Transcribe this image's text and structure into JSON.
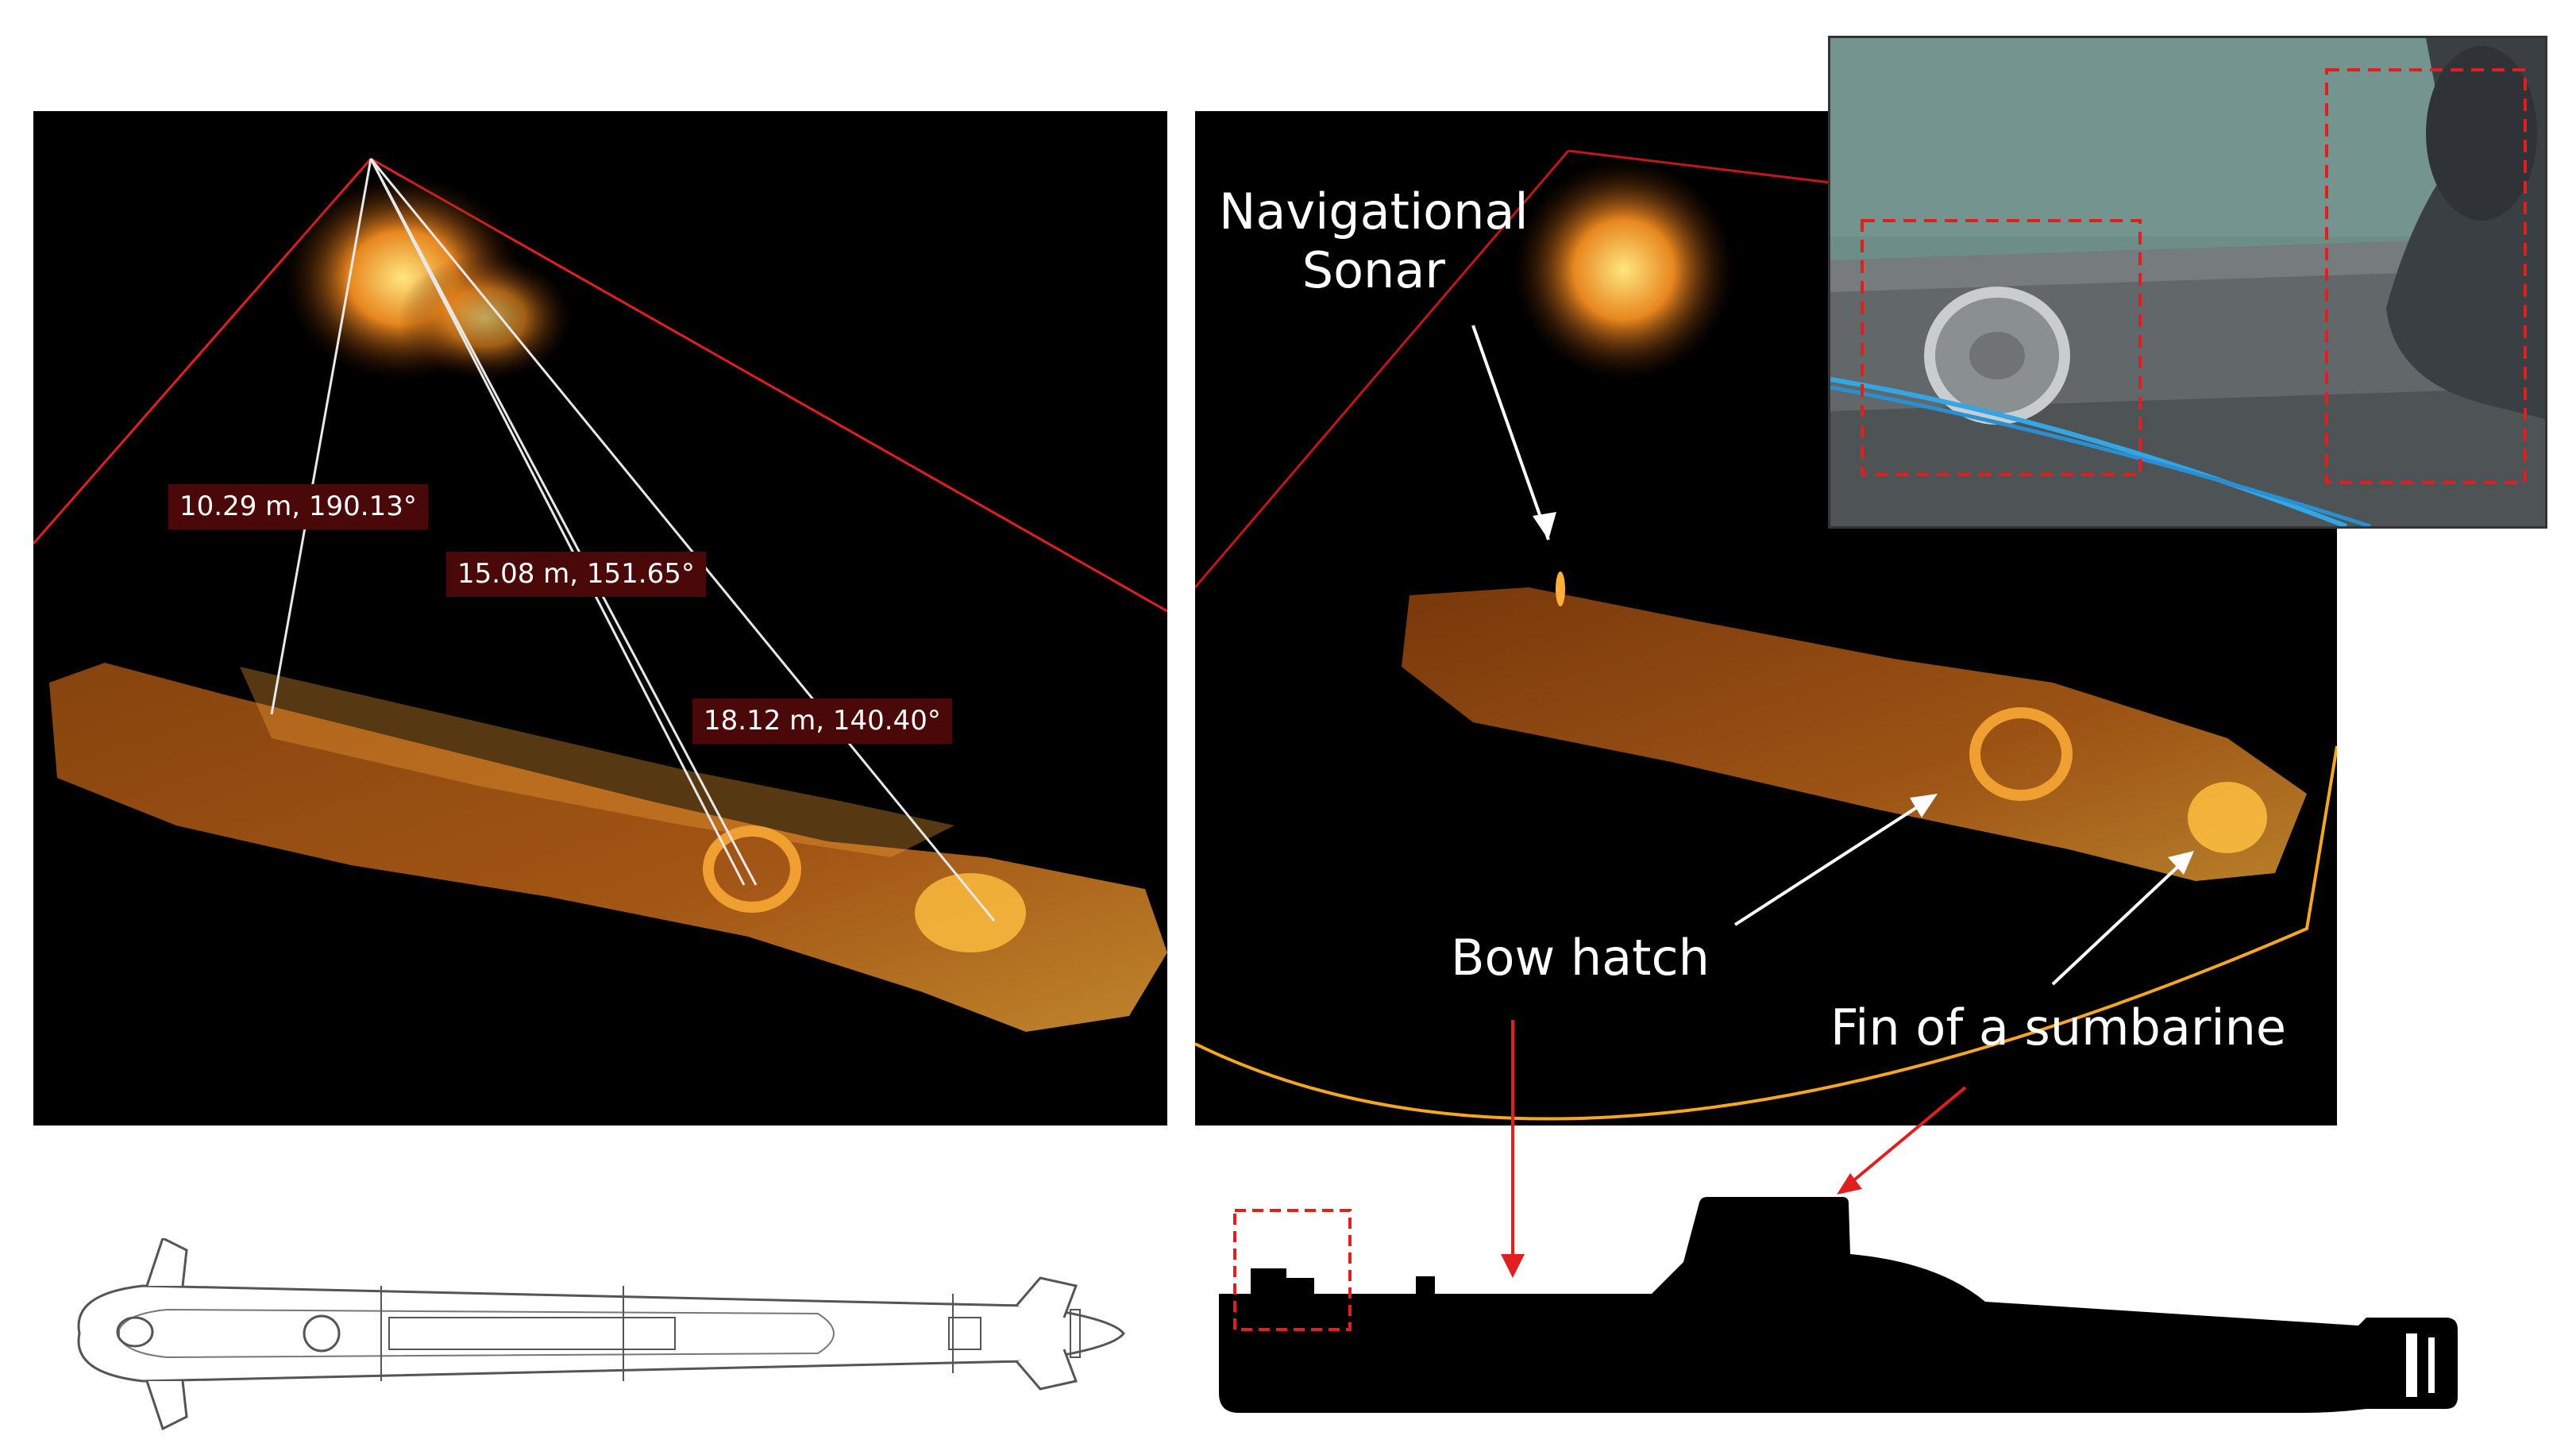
{
  "measurements": [
    {
      "text": "10.29 m, 190.13°"
    },
    {
      "text": "15.08 m, 151.65°"
    },
    {
      "text": "18.12 m, 140.40°"
    }
  ],
  "callouts": {
    "nav_sonar_line1": "Navigational",
    "nav_sonar_line2": "Sonar",
    "bow_hatch": "Bow hatch",
    "fin": "Fin of a sumbarine"
  },
  "colors": {
    "sonar_bright": "#ffd23c",
    "sonar_mid": "#d9731c",
    "sonar_dim": "#6a2a08",
    "beam_line": "#e02020",
    "range_arc": "#f5a623",
    "highlight_box": "#e02020",
    "arrow_red": "#e02020"
  },
  "icons": {
    "plan_view": "submarine-top-view-drawing",
    "silhouette": "submarine-side-silhouette",
    "photo": "submarine-deck-photo"
  }
}
